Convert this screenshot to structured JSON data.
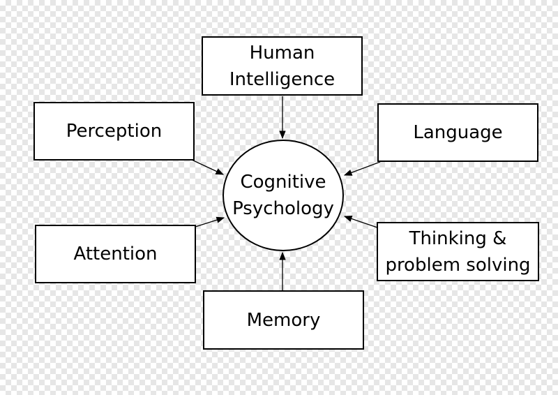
{
  "center": {
    "label": "Cognitive\nPsychology"
  },
  "nodes": {
    "top": "Human\nIntelligence",
    "left_upper": "Perception",
    "right_upper": "Language",
    "left_lower": "Attention",
    "right_lower": "Thinking &\nproblem solving",
    "bottom": "Memory"
  },
  "colors": {
    "stroke": "#000000",
    "fill": "#ffffff",
    "background_checker": "#e6e6e6"
  }
}
